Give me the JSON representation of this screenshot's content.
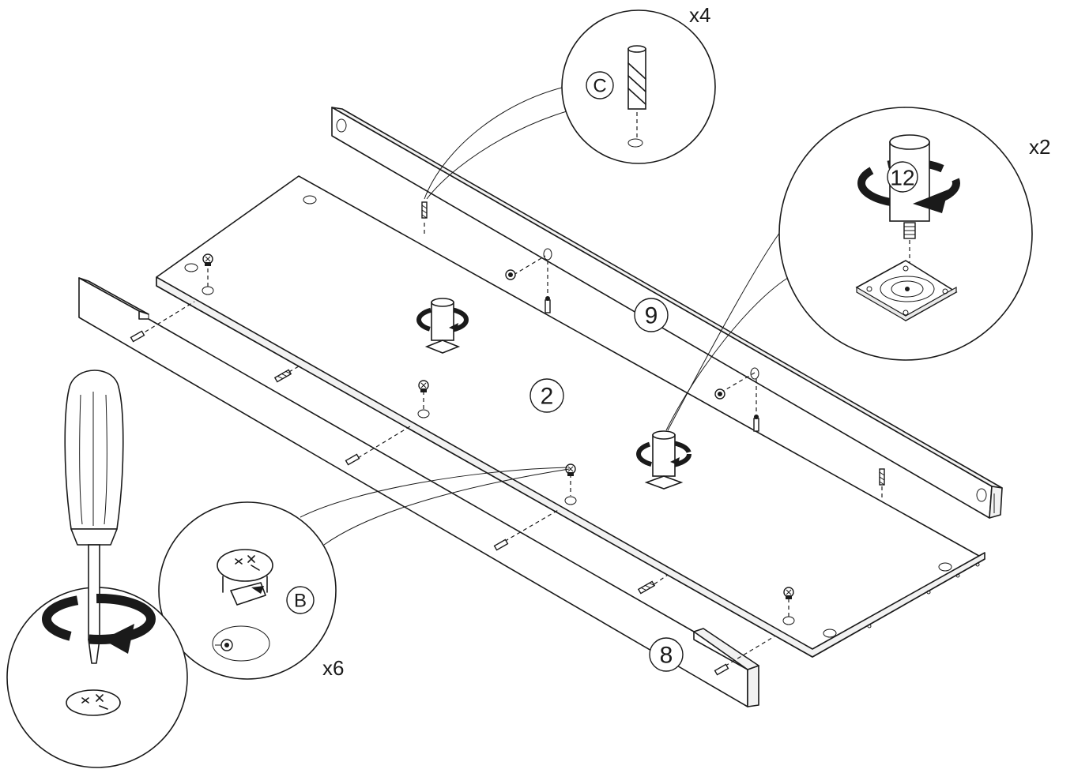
{
  "parts": {
    "panel_2": "2",
    "rail_8": "8",
    "rail_9": "9",
    "foot_12": "12"
  },
  "hardware": {
    "dowel_c": "C",
    "cam_lock_b": "B"
  },
  "quantities": {
    "dowel_c_count": "x4",
    "foot_12_count": "x2",
    "cam_lock_b_count": "x6"
  },
  "icons": [
    "screwdriver-icon",
    "rotate-arrow-icon",
    "cam-lock-icon",
    "dowel-icon",
    "leg-foot-icon"
  ]
}
